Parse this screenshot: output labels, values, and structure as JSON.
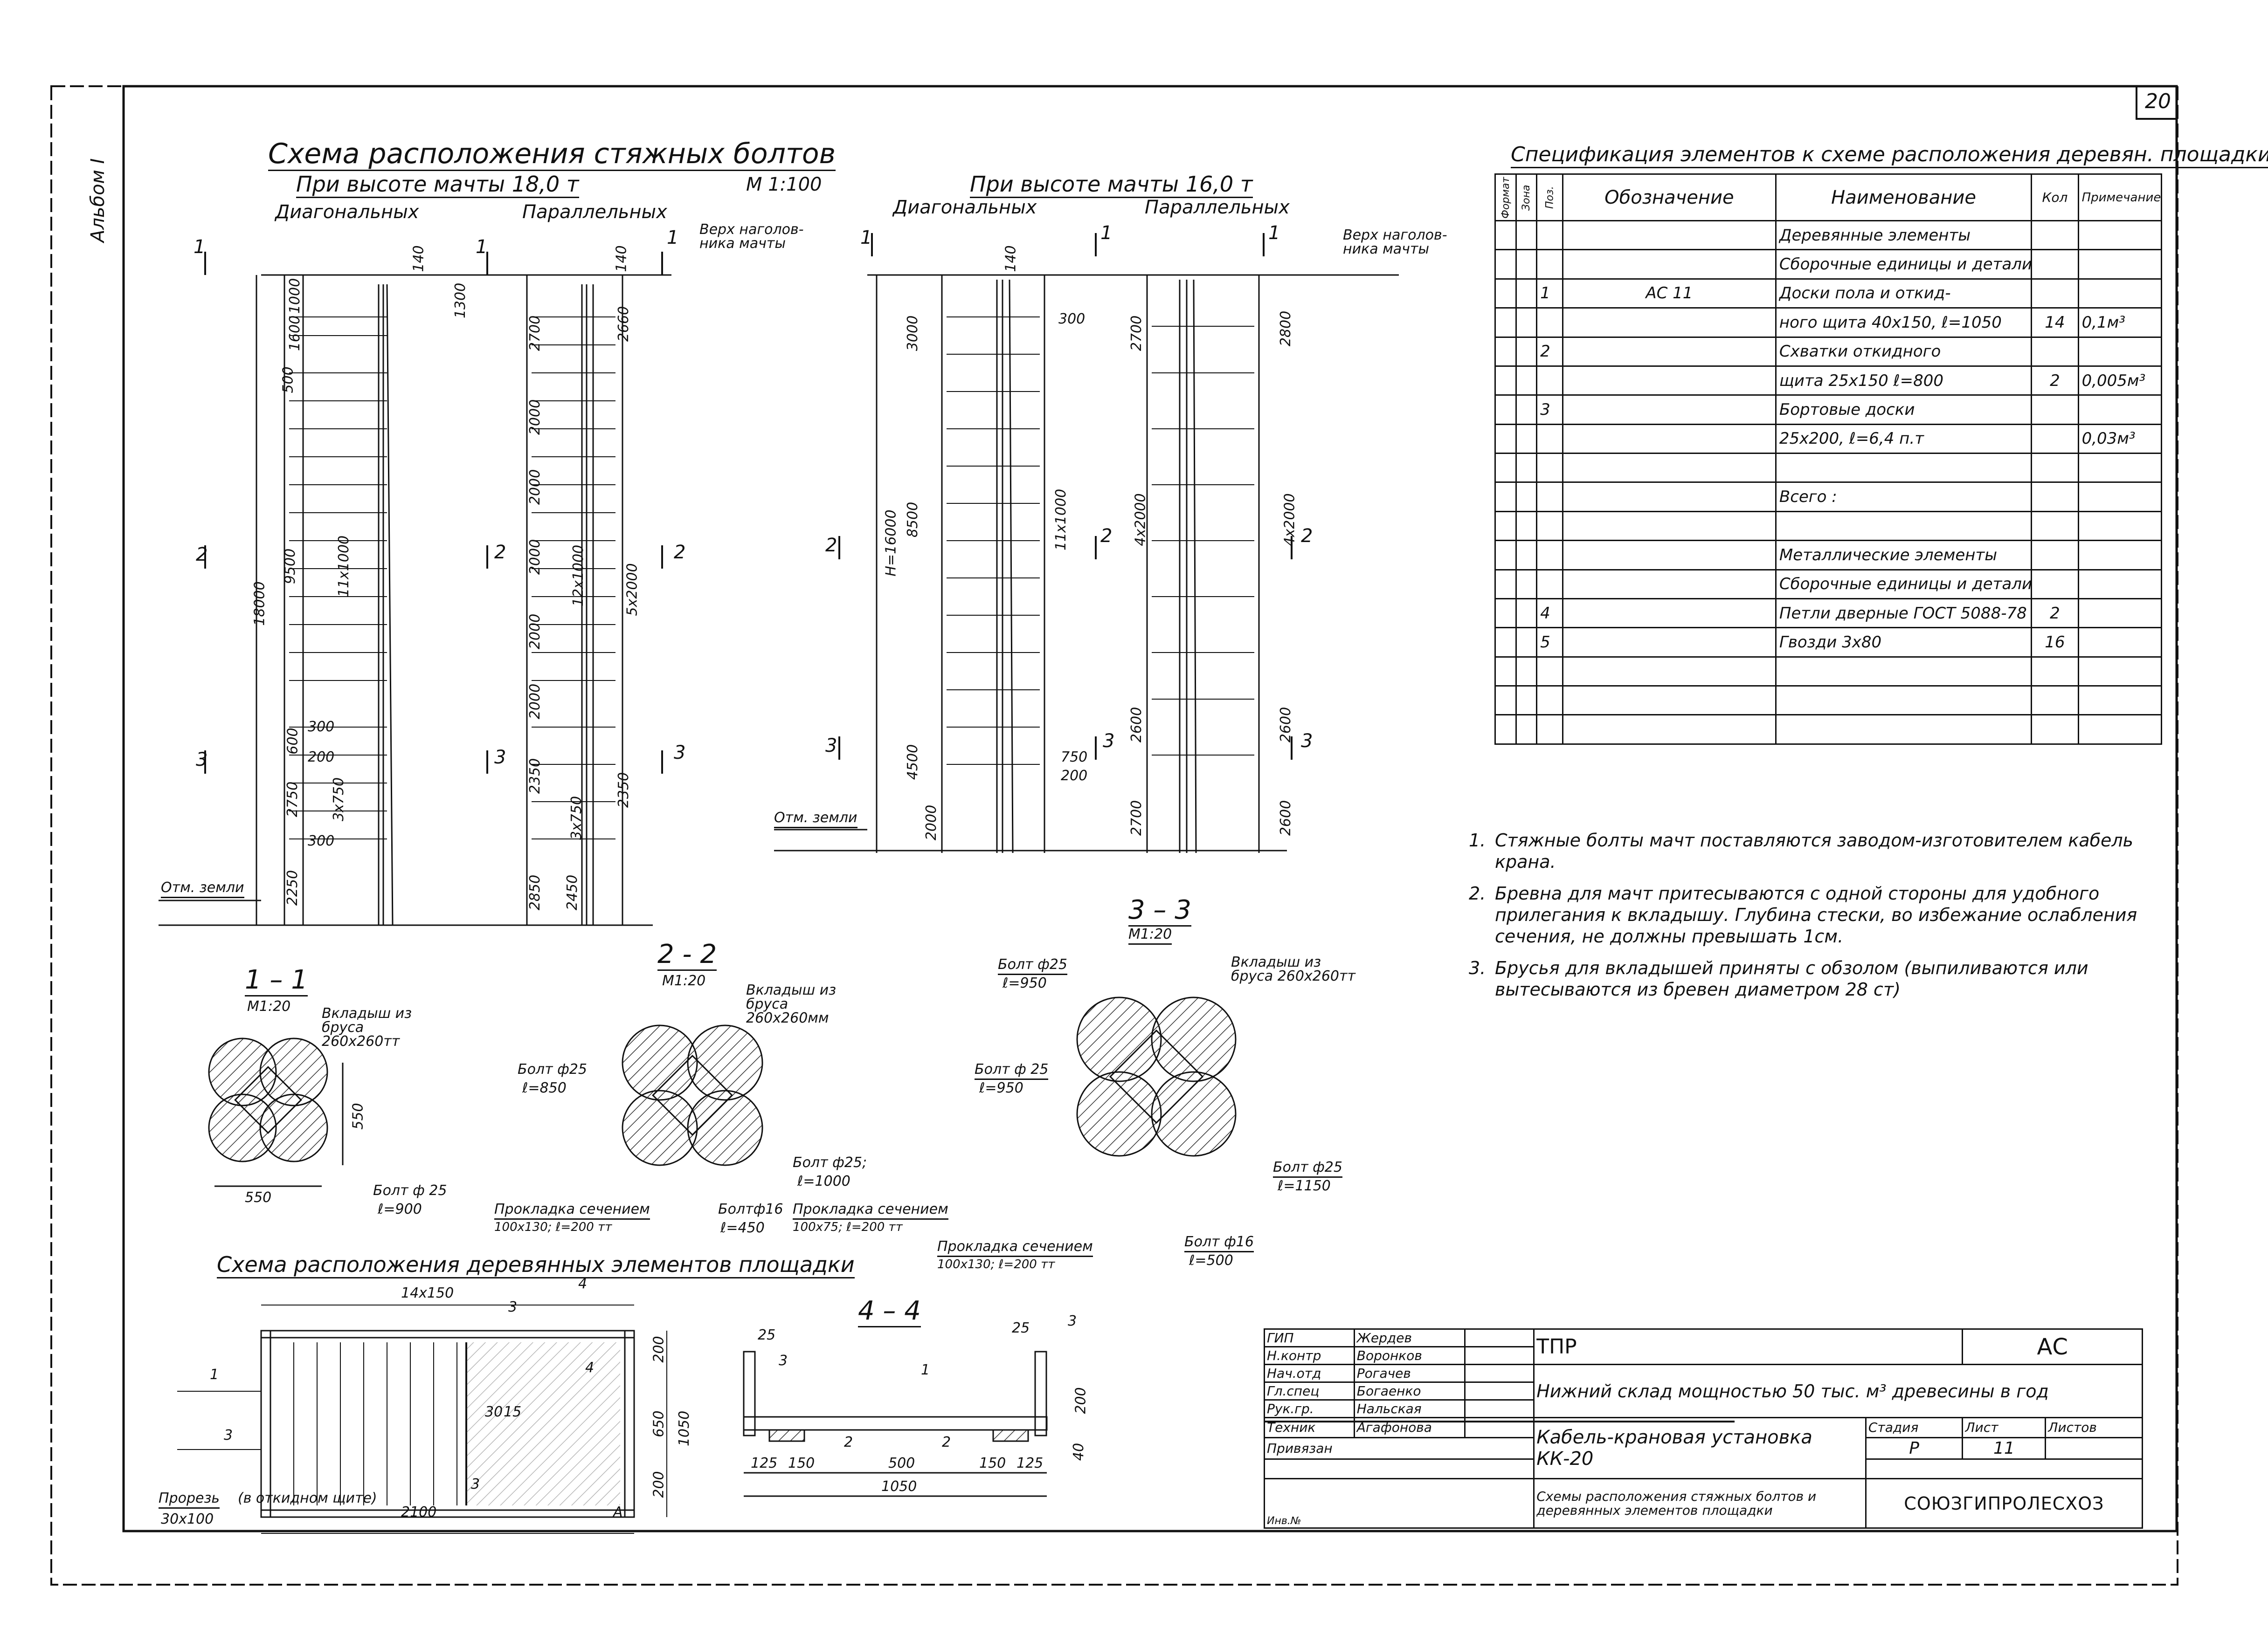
{
  "sheet_no": "20",
  "album": "Альбом I",
  "title_main": "Схема   расположения   стяжных   болтов",
  "mast18": {
    "label": "При высоте мачты 18,0 т",
    "scale": "М 1:100",
    "diagonal": "Диагональных",
    "parallel": "Параллельных",
    "top_note": "Верх наголов- ника мачты",
    "ground": "Отм. земли",
    "dims_diag": [
      "1600",
      "1000",
      "500",
      "9500",
      "11x1000",
      "600",
      "300",
      "200",
      "2750",
      "3x750",
      "300",
      "2250",
      "18000",
      "140",
      "1300"
    ],
    "dims_par": [
      "2700",
      "2000",
      "2000",
      "2000",
      "2000",
      "2000",
      "2350",
      "2450",
      "2850",
      "2660",
      "12x1000",
      "5x2000",
      "3x750",
      "2350",
      "140"
    ]
  },
  "mast16": {
    "label": "При высоте мачты 16,0 т",
    "diagonal": "Диагональных",
    "parallel": "Параллельных",
    "top_note": "Верх наголов- ника мачты",
    "ground": "Отм. земли",
    "dims_diag": [
      "3000",
      "8500",
      "4500",
      "2000",
      "H=16000",
      "11x1000",
      "300",
      "750",
      "200",
      "140"
    ],
    "dims_par": [
      "2700",
      "4x2000",
      "2600",
      "2700",
      "2800",
      "4x2000",
      "2600",
      "2600"
    ]
  },
  "section_marks": [
    "1",
    "2",
    "3"
  ],
  "sec11": {
    "title": "1 – 1",
    "scale": "М1:20",
    "insert": "Вкладыш из бруса 260x260тт",
    "bolt": "Болт ф 25",
    "bolt_len": "ℓ=900",
    "dim_w": "550",
    "dim_h": "550"
  },
  "sec22": {
    "title": "2 - 2",
    "scale": "М1:20",
    "insert": "Вкладыш из бруса 260x260мм",
    "bolt1": "Болт ф25",
    "bolt1_len": "ℓ=850",
    "bolt2": "Болт ф25;",
    "bolt2_len": "ℓ=1000",
    "bolt3": "Болтф16",
    "bolt3_len": "ℓ=450",
    "pad1": "Прокладка сечением",
    "pad1_size": "100x130; ℓ=200 тт",
    "pad2": "Прокладка сечением",
    "pad2_size": "100x75; ℓ=200 тт"
  },
  "sec33": {
    "title": "3 – 3",
    "scale": "М1:20",
    "insert": "Вкладыш из бруса 260x260тт",
    "bolt1": "Болт ф25",
    "bolt1_len": "ℓ=950",
    "bolt2": "Болт ф 25",
    "bolt2_len": "ℓ=950",
    "bolt3": "Болт ф25",
    "bolt3_len": "ℓ=1150",
    "bolt4": "Болт ф16",
    "bolt4_len": "ℓ=500",
    "pad": "Прокладка сечением",
    "pad_size": "100x130; ℓ=200 тт"
  },
  "platform": {
    "title": "Схема расположения деревянных элементов площадки",
    "dim_top": "14x150",
    "dim_w": "2100",
    "dim_h": "1050",
    "d200a": "200",
    "d650": "650",
    "d200b": "200",
    "n4": "4",
    "n3a": "3",
    "n3b": "3",
    "n3c": "3",
    "n1": "1",
    "n30": "30",
    "n15": "15",
    "cut": "Прорезь",
    "cut_size": "30x100",
    "hinged": "(в откидном щите)",
    "markA": "A"
  },
  "sec44": {
    "title": "4 – 4",
    "d25a": "25",
    "d25b": "25",
    "d3a": "3",
    "d3b": "3",
    "d1": "1",
    "d200": "200",
    "d40": "40",
    "d125a": "125",
    "d150a": "150",
    "d500": "500",
    "d150b": "150",
    "d125b": "125",
    "d1050": "1050",
    "d2a": "2",
    "d2b": "2"
  },
  "spec": {
    "title": "Спецификация элементов к схеме расположения деревян. площадки",
    "headers": [
      "Формат",
      "Зона",
      "Поз.",
      "Обозначение",
      "Наименование",
      "Кол",
      "Примечание"
    ],
    "rows": [
      [
        "",
        "",
        "",
        "",
        "Деревянные элементы",
        "",
        ""
      ],
      [
        "",
        "",
        "",
        "",
        "Сборочные единицы и детали",
        "",
        ""
      ],
      [
        "",
        "",
        "1",
        "АС 11",
        "Доски пола и откид-",
        "",
        ""
      ],
      [
        "",
        "",
        "",
        "",
        "ного щита 40x150, ℓ=1050",
        "14",
        "0,1м³"
      ],
      [
        "",
        "",
        "2",
        "",
        "Схватки откидного",
        "",
        ""
      ],
      [
        "",
        "",
        "",
        "",
        "щита 25x150 ℓ=800",
        "2",
        "0,005м³"
      ],
      [
        "",
        "",
        "3",
        "",
        "Бортовые доски",
        "",
        ""
      ],
      [
        "",
        "",
        "",
        "",
        "25x200, ℓ=6,4 п.т",
        "",
        "0,03м³"
      ],
      [
        "",
        "",
        "",
        "",
        "",
        "",
        ""
      ],
      [
        "",
        "",
        "",
        "",
        "Всего :",
        "",
        ""
      ],
      [
        "",
        "",
        "",
        "",
        "",
        "",
        ""
      ],
      [
        "",
        "",
        "",
        "",
        "Металлические элементы",
        "",
        ""
      ],
      [
        "",
        "",
        "",
        "",
        "Сборочные единицы и детали",
        "",
        ""
      ],
      [
        "",
        "",
        "4",
        "",
        "Петли дверные ГОСТ 5088-78",
        "2",
        ""
      ],
      [
        "",
        "",
        "5",
        "",
        "Гвозди 3x80",
        "16",
        ""
      ],
      [
        "",
        "",
        "",
        "",
        "",
        "",
        ""
      ],
      [
        "",
        "",
        "",
        "",
        "",
        "",
        ""
      ],
      [
        "",
        "",
        "",
        "",
        "",
        "",
        ""
      ]
    ]
  },
  "notes": [
    {
      "n": "1.",
      "text": "Стяжные болты мачт поставляются заводом-изготовителем кабель крана."
    },
    {
      "n": "2.",
      "text": "Бревна для мачт притесываются с одной стороны для удобного прилегания к вкладышу. Глубина стески, во избежание ослабления сечения, не должны превышать 1см."
    },
    {
      "n": "3.",
      "text": "Брусья для вкладышей приняты с обзолом (выпиливаются или вытесываются из бревен диаметром 28 ст)"
    }
  ],
  "titleblock": {
    "roles": [
      "ГИП",
      "Н.контр",
      "Нач.отд",
      "Гл.спец",
      "Рук.гр.",
      "Техник"
    ],
    "names": [
      "Жердев",
      "Воронков",
      "Рогачев",
      "Богаенко",
      "Нальская",
      "Агафонова"
    ],
    "code": "ТПР",
    "stamp_code": "АС",
    "project": "Нижний склад мощностью 50 тыс. м³ древесины в год",
    "object": "Кабель-крановая установка КК-20",
    "sheet_title": "Схемы расположения стяжных болтов и деревянных элементов площадки",
    "stage_h": "Стадия",
    "sheet_h": "Лист",
    "sheets_h": "Листов",
    "stage": "Р",
    "sheet": "11",
    "sheets": "",
    "org": "СОЮЗГИПРОЛЕСХОЗ",
    "linked": "Привязан",
    "inv": "Инв.№"
  },
  "colors": {
    "ink": "#111111",
    "hatch": "#333333",
    "paper": "#ffffff"
  }
}
